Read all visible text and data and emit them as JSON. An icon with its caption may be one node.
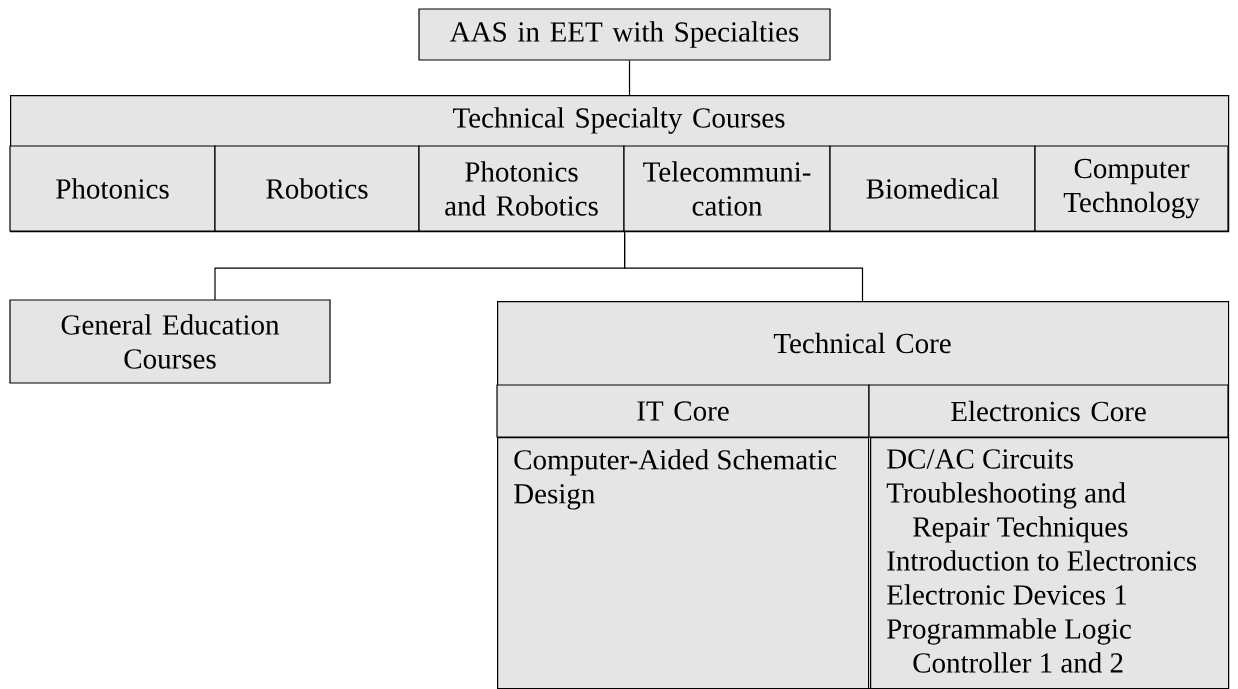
{
  "diagram": {
    "nodes": [
      {
        "text": [
          "AAS in EET with Specialties"
        ]
      },
      {
        "text": [
          "Technical Specialty Courses"
        ]
      },
      {
        "text": [
          "Photonics"
        ],
        "in": 1
      },
      {
        "text": [
          "Robotics"
        ],
        "in": 1
      },
      {
        "text": [
          "Photonics and Robotics"
        ],
        "in": 1
      },
      {
        "text": [
          "Telecommuni-cation"
        ],
        "in": 1
      },
      {
        "text": [
          "Biomedical"
        ],
        "in": 1
      },
      {
        "text": [
          "Computer Technology"
        ],
        "in": 1
      },
      {
        "text": [
          "General Education Courses"
        ]
      },
      {
        "text": [
          "Technical Core"
        ]
      },
      {
        "text": [
          "IT Core"
        ],
        "in": 9
      },
      {
        "text": [
          "Electronics Core"
        ],
        "in": 9
      },
      {
        "text": [
          "Computer-Aided Schematic Design"
        ],
        "in": 9
      },
      {
        "text": [
          "DC/AC Circuits",
          "Troubleshooting and Repair Techniques",
          "Introduction to Electronics",
          "Electronic Devices 1",
          "Programmable Logic Controller 1 and 2"
        ],
        "in": 9
      }
    ],
    "edges": [
      {
        "from": 0,
        "to": 1,
        "arrow": "none"
      },
      {
        "from": 1,
        "to": 8,
        "arrow": "none"
      },
      {
        "from": 1,
        "to": 9,
        "arrow": "none"
      }
    ]
  }
}
